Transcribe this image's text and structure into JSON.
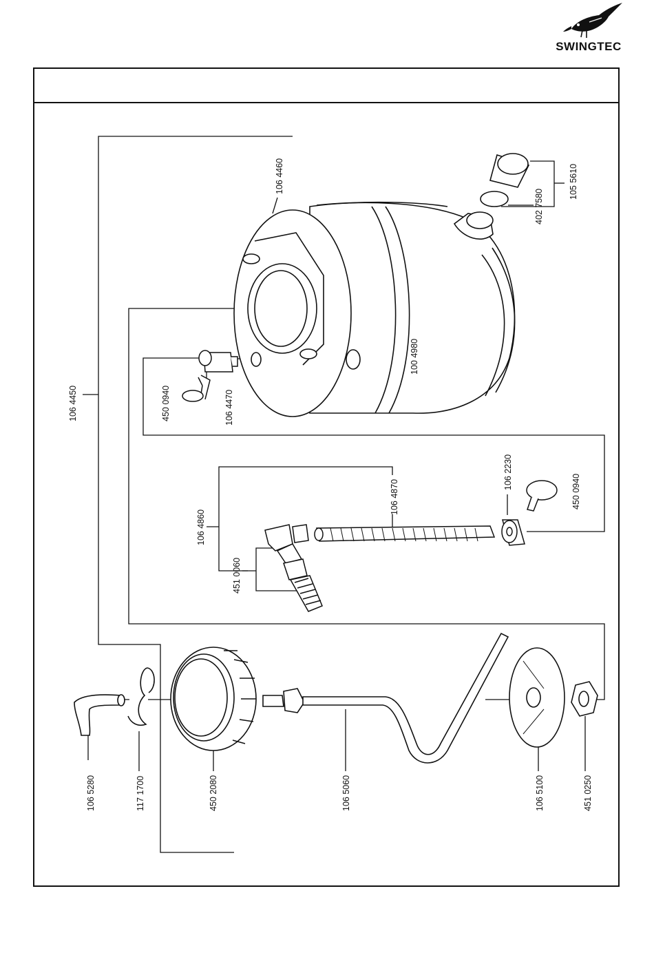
{
  "brand": {
    "name": "SWINGTEC",
    "logo_icon": "bird-logo-icon"
  },
  "header": {
    "title": ""
  },
  "diagram": {
    "parts": [
      {
        "id": "p_1064460",
        "number": "106 4460"
      },
      {
        "id": "p_1055610",
        "number": "105 5610"
      },
      {
        "id": "p_4027580",
        "number": "402 7580"
      },
      {
        "id": "p_1004980",
        "number": "100 4980"
      },
      {
        "id": "p_1064450",
        "number": "106 4450"
      },
      {
        "id": "p_4500940_a",
        "number": "450 0940"
      },
      {
        "id": "p_1064470",
        "number": "106 4470"
      },
      {
        "id": "p_1062230",
        "number": "106 2230"
      },
      {
        "id": "p_4500940_b",
        "number": "450 0940"
      },
      {
        "id": "p_1064870",
        "number": "106 4870"
      },
      {
        "id": "p_1064860",
        "number": "106 4860"
      },
      {
        "id": "p_4510060",
        "number": "451 0060"
      },
      {
        "id": "p_1065280",
        "number": "106 5280"
      },
      {
        "id": "p_1171700",
        "number": "117 1700"
      },
      {
        "id": "p_4502080",
        "number": "450 2080"
      },
      {
        "id": "p_1065060",
        "number": "106 5060"
      },
      {
        "id": "p_1065100",
        "number": "106 5100"
      },
      {
        "id": "p_4510250",
        "number": "451 0250"
      }
    ]
  }
}
